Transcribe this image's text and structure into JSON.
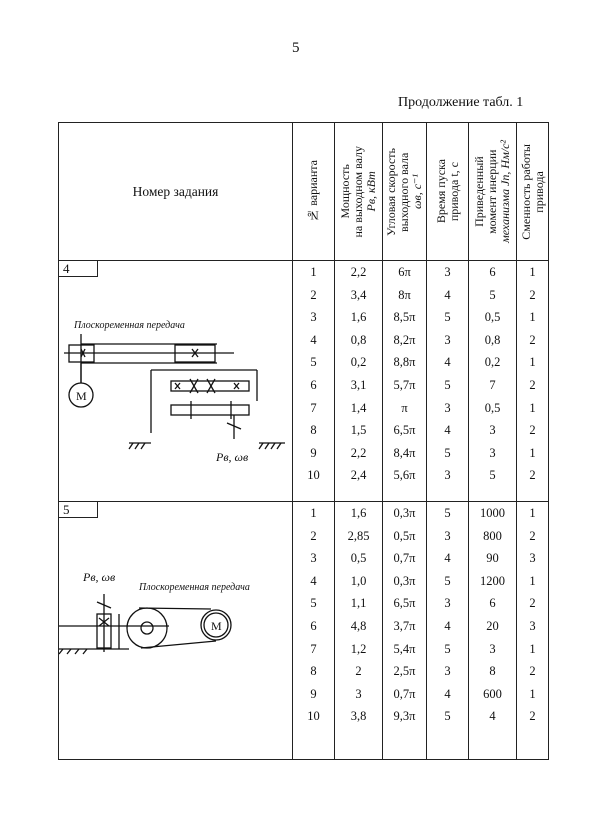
{
  "page_number": "5",
  "caption": "Продолжение табл. 1",
  "headers": {
    "task": "Номер задания",
    "variant": "№ варианта",
    "power": [
      "Мощность",
      "на выходном валу",
      "Pв, кВт"
    ],
    "angular_speed": [
      "Угловая скорость",
      "выходного вала",
      "ωв, с⁻¹"
    ],
    "start_time": [
      "Время пуска",
      "привода t, с"
    ],
    "inertia": [
      "Приведенный",
      "момент инерции",
      "механизма Jп, Нм/с²"
    ],
    "shift": [
      "Сменность работы",
      "привода"
    ]
  },
  "tasks": [
    {
      "number": "4",
      "diagram": {
        "belt_label": "Плоскоременная передача",
        "motor_label": "M",
        "output_label": "Pв, ωв"
      },
      "columns": {
        "variant": [
          "1",
          "2",
          "3",
          "4",
          "5",
          "6",
          "7",
          "8",
          "9",
          "10"
        ],
        "power": [
          "2,2",
          "3,4",
          "1,6",
          "0,8",
          "0,2",
          "3,1",
          "1,4",
          "1,5",
          "2,2",
          "2,4"
        ],
        "speed": [
          "6π",
          "8π",
          "8,5π",
          "8,2π",
          "8,8π",
          "5,7π",
          "π",
          "6,5π",
          "8,4π",
          "5,6π"
        ],
        "time": [
          "3",
          "4",
          "5",
          "3",
          "4",
          "5",
          "3",
          "4",
          "5",
          "3"
        ],
        "inertia": [
          "6",
          "5",
          "0,5",
          "0,8",
          "0,2",
          "7",
          "0,5",
          "3",
          "3",
          "5"
        ],
        "shift": [
          "1",
          "2",
          "1",
          "2",
          "1",
          "2",
          "1",
          "2",
          "1",
          "2"
        ]
      }
    },
    {
      "number": "5",
      "diagram": {
        "belt_label": "Плоскоременная передача",
        "motor_label": "M",
        "output_label": "Pв, ωв"
      },
      "columns": {
        "variant": [
          "1",
          "2",
          "3",
          "4",
          "5",
          "6",
          "7",
          "8",
          "9",
          "10"
        ],
        "power": [
          "1,6",
          "2,85",
          "0,5",
          "1,0",
          "1,1",
          "4,8",
          "1,2",
          "2",
          "3",
          "3,8"
        ],
        "speed": [
          "0,3π",
          "0,5π",
          "0,7π",
          "0,3π",
          "6,5π",
          "3,7π",
          "5,4π",
          "2,5π",
          "0,7π",
          "9,3π"
        ],
        "time": [
          "5",
          "3",
          "4",
          "5",
          "3",
          "4",
          "5",
          "3",
          "4",
          "5"
        ],
        "inertia": [
          "1000",
          "800",
          "90",
          "1200",
          "6",
          "20",
          "3",
          "8",
          "600",
          "4"
        ],
        "shift": [
          "1",
          "2",
          "3",
          "1",
          "2",
          "3",
          "1",
          "2",
          "1",
          "2"
        ]
      }
    }
  ]
}
